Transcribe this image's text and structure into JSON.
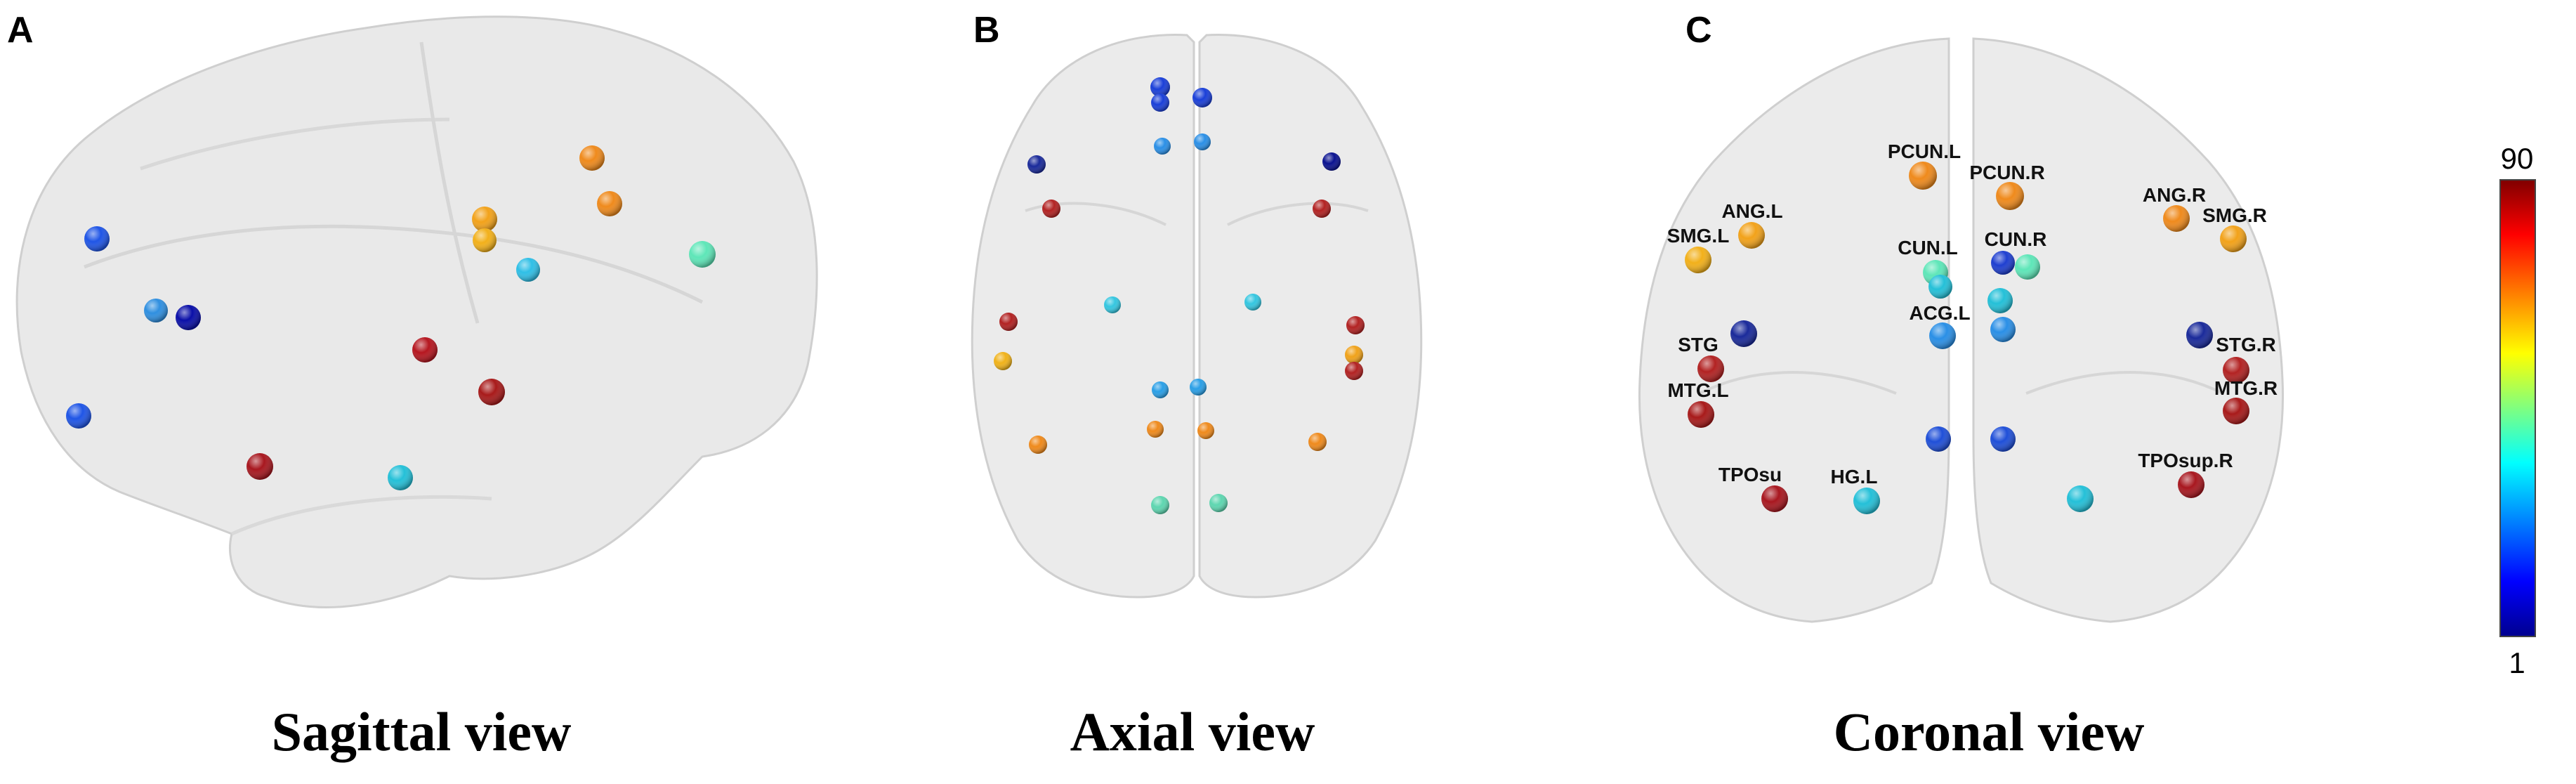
{
  "panels": {
    "a": {
      "letter": "A",
      "title": "Sagittal view"
    },
    "b": {
      "letter": "B",
      "title": "Axial view"
    },
    "c": {
      "letter": "C",
      "title": "Coronal view"
    }
  },
  "colorbar": {
    "max_label": "90",
    "min_label": "1",
    "stops": [
      "#00008f",
      "#0000ff",
      "#00ffff",
      "#ffff00",
      "#ff0000",
      "#800000"
    ]
  },
  "coronal_labels": [
    "PCUN.L",
    "PCUN.R",
    "ANG.L",
    "ANG.R",
    "SMG.L",
    "SMG.R",
    "CUN.L",
    "CUN.R",
    "STG",
    "STG.R",
    "MTG.L",
    "MTG.R",
    "ACG.L",
    "TPOsup.R",
    "TPOsu",
    "HG.L"
  ]
}
